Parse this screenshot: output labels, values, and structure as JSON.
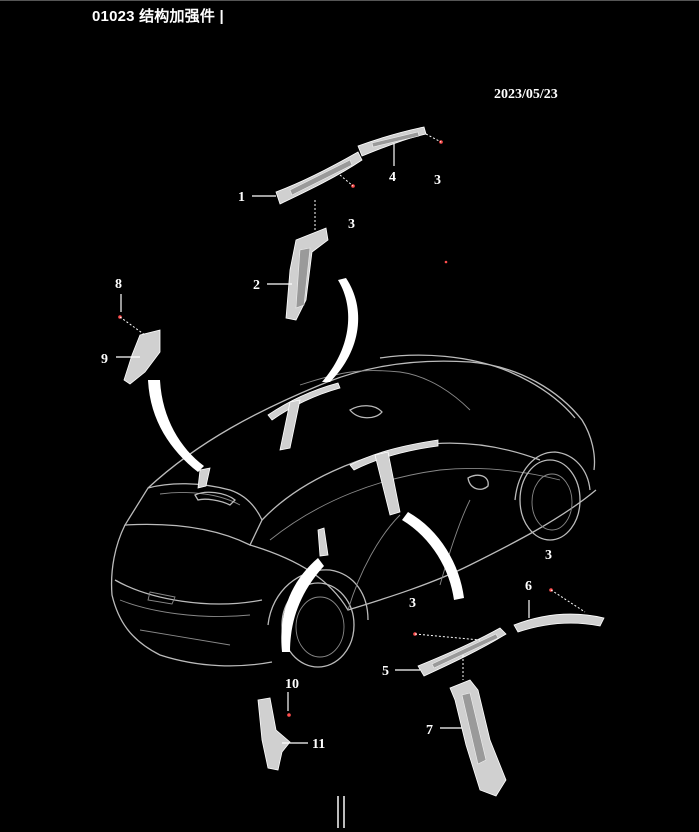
{
  "header": {
    "title": "01023 结构加强件 |",
    "date": "2023/05/23"
  },
  "callouts": [
    {
      "id": "c1",
      "label": "1"
    },
    {
      "id": "c2",
      "label": "2"
    },
    {
      "id": "c3a",
      "label": "3"
    },
    {
      "id": "c3b",
      "label": "3"
    },
    {
      "id": "c3c",
      "label": "3"
    },
    {
      "id": "c3d",
      "label": "3"
    },
    {
      "id": "c4",
      "label": "4"
    },
    {
      "id": "c5",
      "label": "5"
    },
    {
      "id": "c6",
      "label": "6"
    },
    {
      "id": "c7",
      "label": "7"
    },
    {
      "id": "c8",
      "label": "8"
    },
    {
      "id": "c9",
      "label": "9"
    },
    {
      "id": "c10",
      "label": "10"
    },
    {
      "id": "c11",
      "label": "11"
    }
  ],
  "colors": {
    "background": "#000000",
    "line": "#ffffff",
    "part": "#d0d0d0",
    "bolt": "#ff4d4d"
  }
}
